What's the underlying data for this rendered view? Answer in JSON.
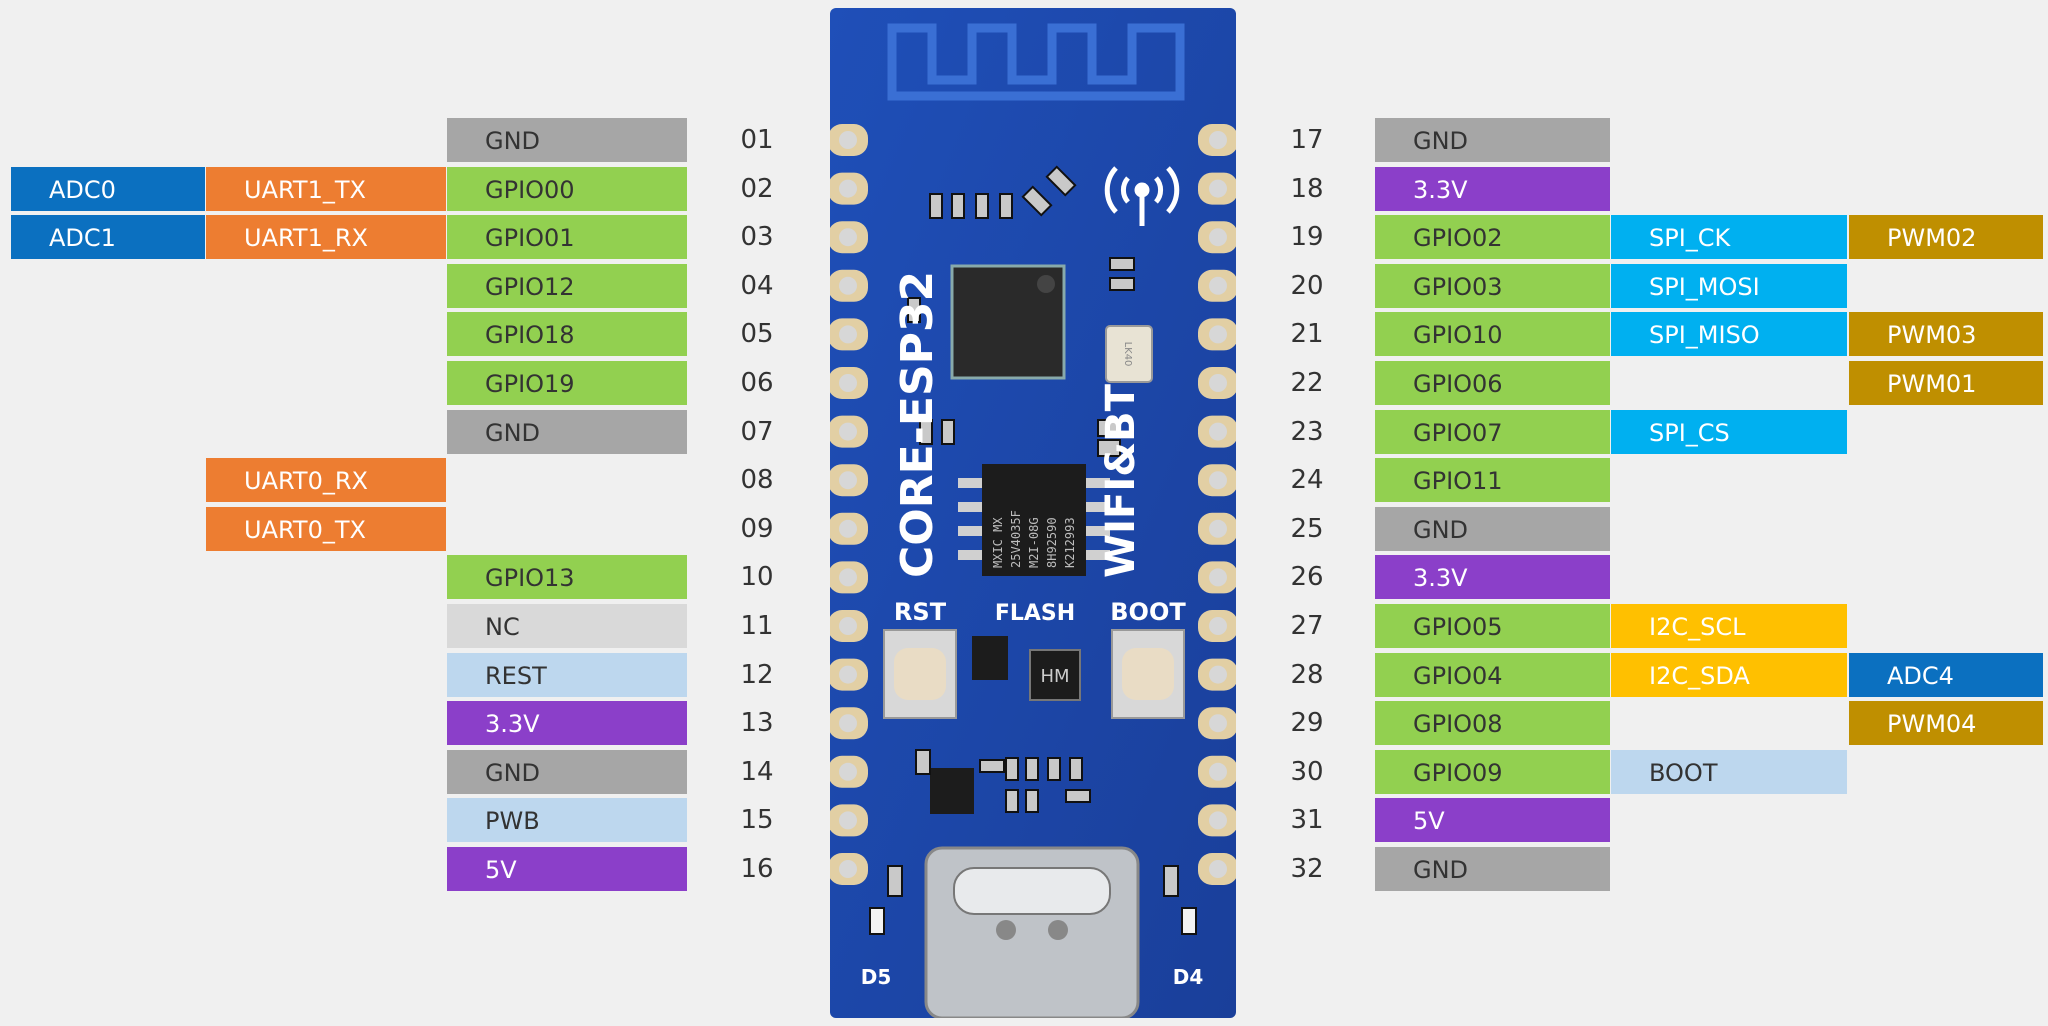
{
  "board": {
    "name": "CORE-ESP32",
    "wireless": "WIFI&BT",
    "buttons": {
      "left": "RST",
      "center": "FLASH",
      "right": "BOOT"
    },
    "leds": {
      "left": "D5",
      "right": "D4"
    },
    "chip_text": [
      "MXIC MX",
      "25V4035F",
      "M2I-08G",
      "8H92590",
      "K212993"
    ],
    "small_chip_text": "HM",
    "crystal_text": "LK40"
  },
  "colors": {
    "gnd": "#a6a6a6",
    "power": "#8b3fc9",
    "gpio": "#92d050",
    "uart": "#ed7d31",
    "adc": "#0b70c0",
    "spi": "#00b0f0",
    "pwm": "#bf8f00",
    "i2c": "#ffc000",
    "ctrl": "#bdd7ee",
    "nc": "#d9d9d9"
  },
  "left_pins": [
    {
      "num": "01",
      "labels": [
        {
          "col": 2,
          "text": "GND",
          "kind": "gnd"
        }
      ]
    },
    {
      "num": "02",
      "labels": [
        {
          "col": 0,
          "text": "ADC0",
          "kind": "adc"
        },
        {
          "col": 1,
          "text": "UART1_TX",
          "kind": "uart"
        },
        {
          "col": 2,
          "text": "GPIO00",
          "kind": "gpio"
        }
      ]
    },
    {
      "num": "03",
      "labels": [
        {
          "col": 0,
          "text": "ADC1",
          "kind": "adc"
        },
        {
          "col": 1,
          "text": "UART1_RX",
          "kind": "uart"
        },
        {
          "col": 2,
          "text": "GPIO01",
          "kind": "gpio"
        }
      ]
    },
    {
      "num": "04",
      "labels": [
        {
          "col": 2,
          "text": "GPIO12",
          "kind": "gpio"
        }
      ]
    },
    {
      "num": "05",
      "labels": [
        {
          "col": 2,
          "text": "GPIO18",
          "kind": "gpio"
        }
      ]
    },
    {
      "num": "06",
      "labels": [
        {
          "col": 2,
          "text": "GPIO19",
          "kind": "gpio"
        }
      ]
    },
    {
      "num": "07",
      "labels": [
        {
          "col": 2,
          "text": "GND",
          "kind": "gnd"
        }
      ]
    },
    {
      "num": "08",
      "labels": [
        {
          "col": 1,
          "text": "UART0_RX",
          "kind": "uart"
        }
      ]
    },
    {
      "num": "09",
      "labels": [
        {
          "col": 1,
          "text": "UART0_TX",
          "kind": "uart"
        }
      ]
    },
    {
      "num": "10",
      "labels": [
        {
          "col": 2,
          "text": "GPIO13",
          "kind": "gpio"
        }
      ]
    },
    {
      "num": "11",
      "labels": [
        {
          "col": 2,
          "text": "NC",
          "kind": "nc"
        }
      ]
    },
    {
      "num": "12",
      "labels": [
        {
          "col": 2,
          "text": "REST",
          "kind": "ctrl"
        }
      ]
    },
    {
      "num": "13",
      "labels": [
        {
          "col": 2,
          "text": "3.3V",
          "kind": "power"
        }
      ]
    },
    {
      "num": "14",
      "labels": [
        {
          "col": 2,
          "text": "GND",
          "kind": "gnd"
        }
      ]
    },
    {
      "num": "15",
      "labels": [
        {
          "col": 2,
          "text": "PWB",
          "kind": "ctrl"
        }
      ]
    },
    {
      "num": "16",
      "labels": [
        {
          "col": 2,
          "text": "5V",
          "kind": "power"
        }
      ]
    }
  ],
  "right_pins": [
    {
      "num": "17",
      "labels": [
        {
          "col": 0,
          "text": "GND",
          "kind": "gnd"
        }
      ]
    },
    {
      "num": "18",
      "labels": [
        {
          "col": 0,
          "text": "3.3V",
          "kind": "power"
        }
      ]
    },
    {
      "num": "19",
      "labels": [
        {
          "col": 0,
          "text": "GPIO02",
          "kind": "gpio"
        },
        {
          "col": 1,
          "text": "SPI_CK",
          "kind": "spi"
        },
        {
          "col": 2,
          "text": "PWM02",
          "kind": "pwm"
        }
      ]
    },
    {
      "num": "20",
      "labels": [
        {
          "col": 0,
          "text": "GPIO03",
          "kind": "gpio"
        },
        {
          "col": 1,
          "text": "SPI_MOSI",
          "kind": "spi"
        }
      ]
    },
    {
      "num": "21",
      "labels": [
        {
          "col": 0,
          "text": "GPIO10",
          "kind": "gpio"
        },
        {
          "col": 1,
          "text": "SPI_MISO",
          "kind": "spi"
        },
        {
          "col": 2,
          "text": "PWM03",
          "kind": "pwm"
        }
      ]
    },
    {
      "num": "22",
      "labels": [
        {
          "col": 0,
          "text": "GPIO06",
          "kind": "gpio"
        },
        {
          "col": 2,
          "text": "PWM01",
          "kind": "pwm"
        }
      ]
    },
    {
      "num": "23",
      "labels": [
        {
          "col": 0,
          "text": "GPIO07",
          "kind": "gpio"
        },
        {
          "col": 1,
          "text": "SPI_CS",
          "kind": "spi"
        }
      ]
    },
    {
      "num": "24",
      "labels": [
        {
          "col": 0,
          "text": "GPIO11",
          "kind": "gpio"
        }
      ]
    },
    {
      "num": "25",
      "labels": [
        {
          "col": 0,
          "text": "GND",
          "kind": "gnd"
        }
      ]
    },
    {
      "num": "26",
      "labels": [
        {
          "col": 0,
          "text": "3.3V",
          "kind": "power"
        }
      ]
    },
    {
      "num": "27",
      "labels": [
        {
          "col": 0,
          "text": "GPIO05",
          "kind": "gpio"
        },
        {
          "col": 1,
          "text": "I2C_SCL",
          "kind": "i2c"
        }
      ]
    },
    {
      "num": "28",
      "labels": [
        {
          "col": 0,
          "text": "GPIO04",
          "kind": "gpio"
        },
        {
          "col": 1,
          "text": "I2C_SDA",
          "kind": "i2c"
        },
        {
          "col": 2,
          "text": "ADC4",
          "kind": "adc"
        }
      ]
    },
    {
      "num": "29",
      "labels": [
        {
          "col": 0,
          "text": "GPIO08",
          "kind": "gpio"
        },
        {
          "col": 2,
          "text": "PWM04",
          "kind": "pwm"
        }
      ]
    },
    {
      "num": "30",
      "labels": [
        {
          "col": 0,
          "text": "GPIO09",
          "kind": "gpio"
        },
        {
          "col": 1,
          "text": "BOOT",
          "kind": "ctrl"
        }
      ]
    },
    {
      "num": "31",
      "labels": [
        {
          "col": 0,
          "text": "5V",
          "kind": "power"
        }
      ]
    },
    {
      "num": "32",
      "labels": [
        {
          "col": 0,
          "text": "GND",
          "kind": "gnd"
        }
      ]
    }
  ]
}
